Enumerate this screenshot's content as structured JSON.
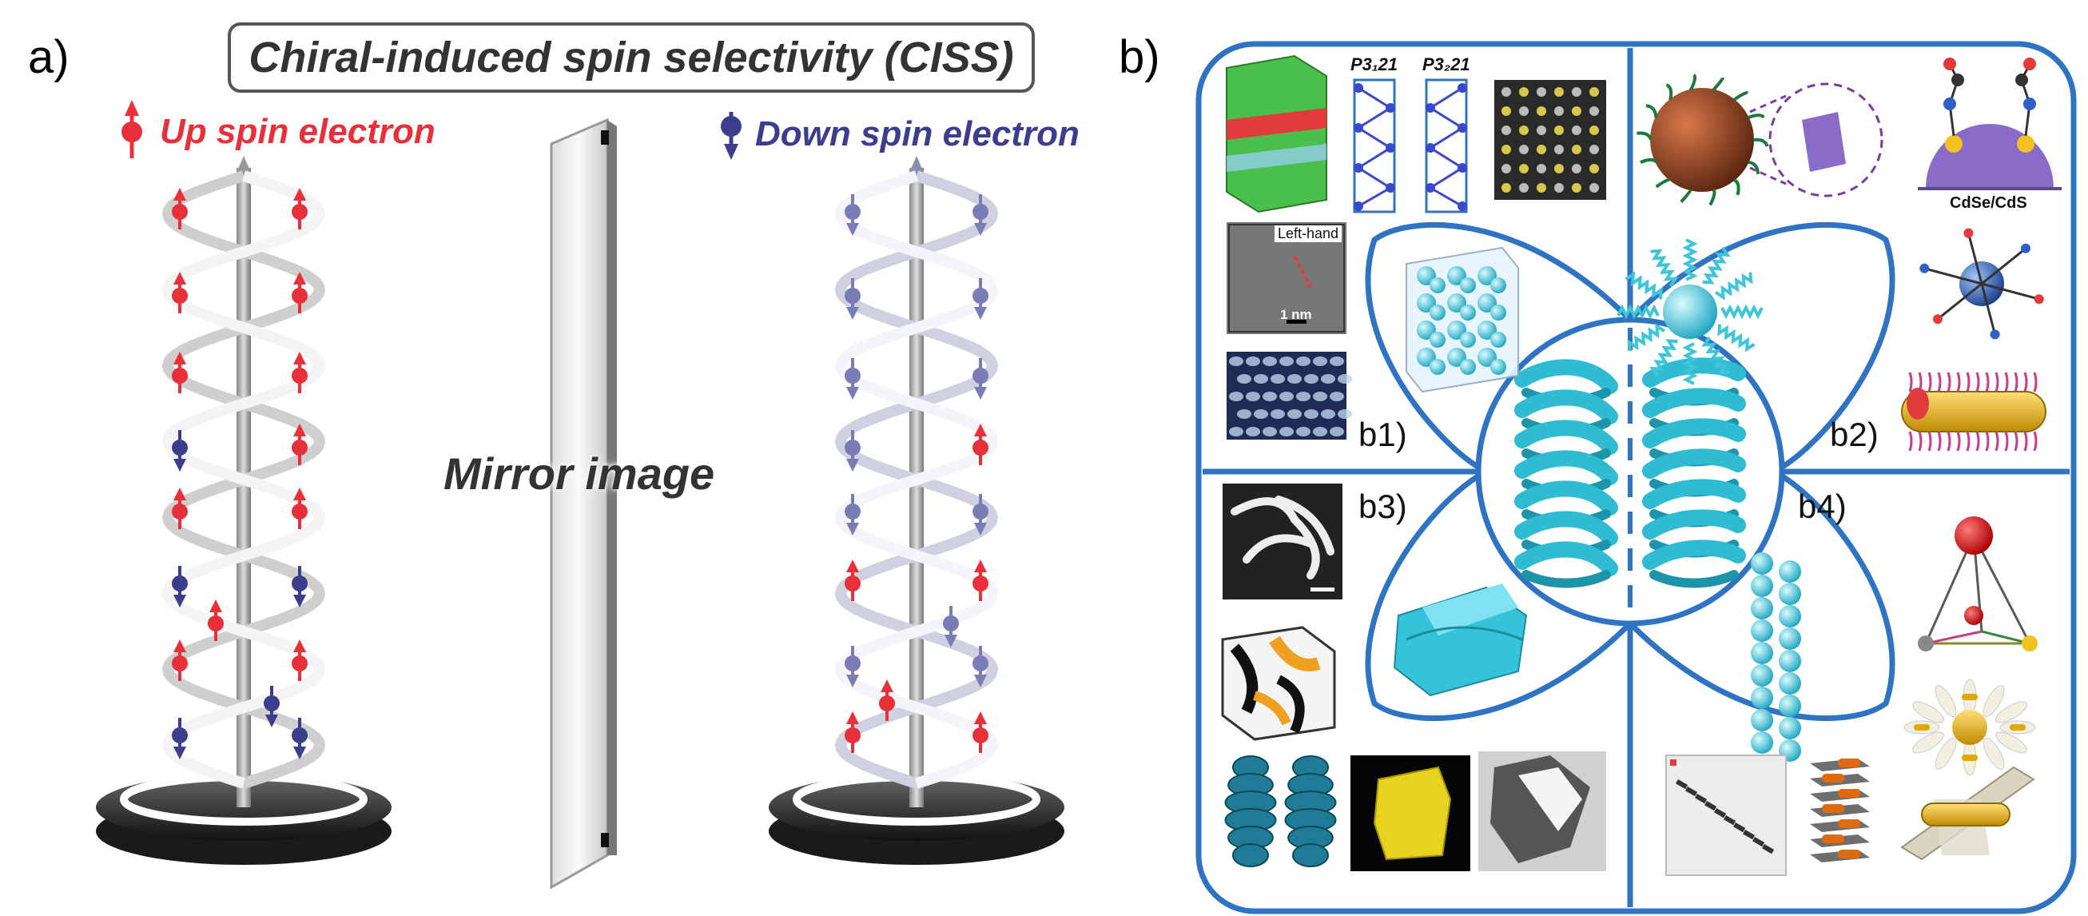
{
  "panel_a": {
    "label": "a)",
    "title": "Chiral-induced spin selectivity (CISS)",
    "up_spin_label": "Up spin electron",
    "down_spin_label": "Down spin electron",
    "mirror_label": "Mirror image"
  },
  "panel_b": {
    "label": "b)",
    "quadrants": [
      "b1)",
      "b2)",
      "b3)",
      "b4)"
    ],
    "space_groups": [
      "P3₁21",
      "P3₂21"
    ],
    "hrtem_annotation": "Left-hand",
    "scale_bar": "1 nm",
    "qd_label": "CdSe/CdS"
  },
  "colors": {
    "up_spin": "#e8303a",
    "down_spin": "#3c3d8c",
    "frame_blue": "#2f73c3",
    "helix_cyan": "#2fbcd3"
  }
}
